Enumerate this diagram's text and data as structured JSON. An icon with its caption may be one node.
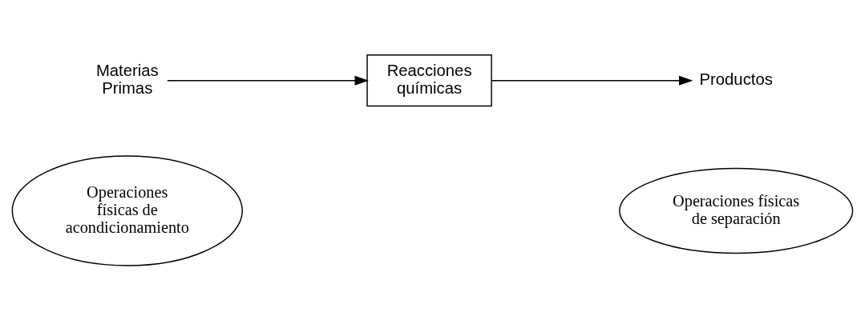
{
  "diagram": {
    "nodes": [
      {
        "text": [
          "Materias Primas"
        ]
      },
      {
        "text": [
          "Reacciones químicas"
        ]
      },
      {
        "text": [
          "Productos"
        ]
      },
      {
        "text": [
          "Operaciones físicas de acondicionamiento"
        ]
      },
      {
        "text": [
          "Operaciones físicas de separación"
        ]
      }
    ],
    "edges": [
      {
        "from": 0,
        "to": 1,
        "arrow": "to"
      },
      {
        "from": 1,
        "to": 2,
        "arrow": "to"
      }
    ]
  }
}
